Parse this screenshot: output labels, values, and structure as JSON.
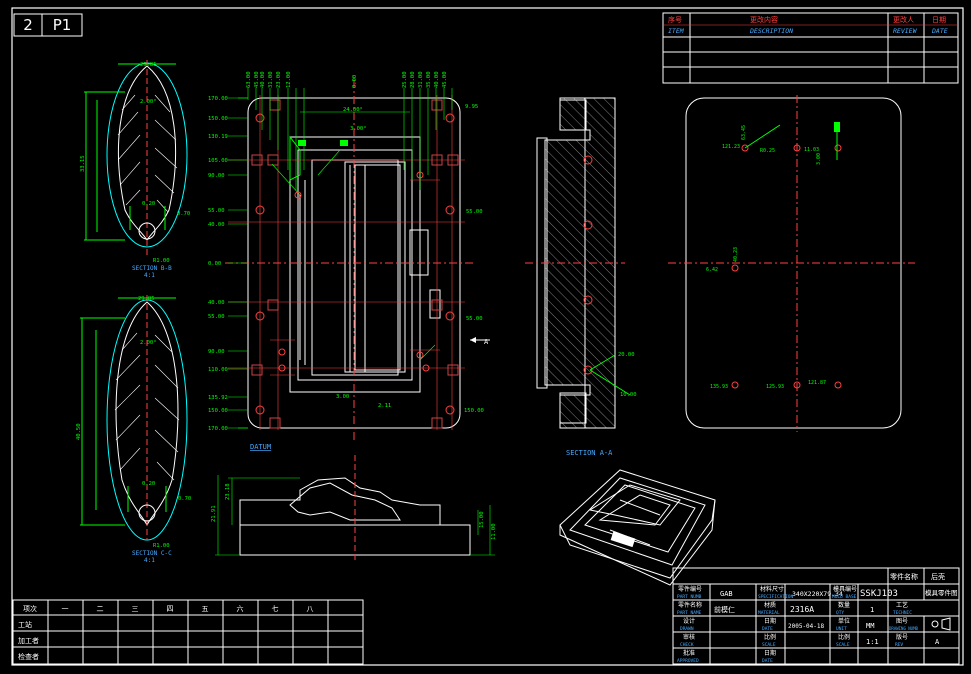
{
  "sheet": {
    "page_number": "2",
    "page_code": "P1"
  },
  "revision_table": {
    "headers": [
      {
        "cn": "序号",
        "en": "ITEM"
      },
      {
        "cn": "更改内容",
        "en": "DESCRIPTION"
      },
      {
        "cn": "更改人",
        "en": "REVIEW"
      },
      {
        "cn": "日期",
        "en": "DATE"
      }
    ]
  },
  "left_dims": [
    "170.00",
    "150.00",
    "130.19",
    "105.00",
    "90.00",
    "55.00",
    "40.00",
    "0.00",
    "40.00",
    "55.00",
    "90.00",
    "110.00",
    "135.92",
    "150.00",
    "170.00"
  ],
  "top_dims": [
    "63.00",
    "45.00",
    "40.00",
    "31.00",
    "23.00",
    "12.00",
    "0.00",
    "25.00",
    "28.00",
    "31.00",
    "35.00",
    "40.00",
    "45.00"
  ],
  "main_view_labels": {
    "dim_top": "24.00°",
    "dim_mid": "3.00°",
    "right_55": "55.00",
    "right_150": "150.00",
    "right_9": "9.95",
    "mid_3": "3.00",
    "mid_2": "2.11",
    "datum": "DATUM",
    "arrow": "A"
  },
  "section_bb": {
    "title": "SECTION B-B",
    "scale": "4:1",
    "d1": "29.85",
    "d2": "2.00°",
    "d3": "0.20",
    "d4": "0.70",
    "d5": "33.15",
    "d6": "R1.00"
  },
  "section_cc": {
    "title": "SECTION C-C",
    "scale": "4:1",
    "d1": "29.85",
    "d2": "2.00°",
    "d3": "0.20",
    "d4": "0.70",
    "d5": "40.50",
    "d6": "R1.00"
  },
  "section_aa": {
    "title": "SECTION A-A",
    "d1": "20.00",
    "d2": "10.00"
  },
  "bottom_view": {
    "d1": "23.18",
    "d2": "21.91",
    "d3": "15.00",
    "d4": "11.00"
  },
  "plate_view": {
    "labels": [
      "121.23",
      "11.03",
      "63.45",
      "R0.25",
      "6.42",
      "40.23",
      "135.93",
      "125.93",
      "121.87",
      "3.00"
    ]
  },
  "inspection_table": {
    "headers": [
      "项次",
      "一",
      "二",
      "三",
      "四",
      "五",
      "六",
      "七",
      "八"
    ],
    "rows": [
      "工站",
      "加工者",
      "检查者"
    ]
  },
  "title_block": {
    "part_name_label": "零件名称",
    "part_name": "后壳",
    "part_no_label": "零件编号",
    "part_no_en": "PART NUMB",
    "part_no": "GAB",
    "spec_label": "材料尺寸",
    "spec_en": "SPECIFICATION",
    "spec": "340X220X79.34",
    "mold_no_label": "模具编号",
    "mold_no_en": "MOLD BASE",
    "mold_no": "SSKJ103",
    "mold_name": "模具零件图",
    "part_name2_label": "零件名称",
    "part_name2_en": "PART NAME",
    "part_name2": "前模仁",
    "material_label": "材质",
    "material_en": "MATERIAL",
    "material": "2316A",
    "qty_label": "数量",
    "qty_en": "QTY",
    "qty": "1",
    "tech_label": "工艺",
    "tech_en": "TECHNIC",
    "design_label": "设计",
    "design_en": "DRAWN",
    "date_label": "日期",
    "date_en": "DATE",
    "date": "2005-04-18",
    "unit_label": "单位",
    "unit_en": "UNIT",
    "unit": "MM",
    "drawing_no_label": "图号",
    "drawing_no_en": "DRAWING NUMB",
    "check_label": "审核",
    "check_en": "CHECK",
    "scale_label": "比例",
    "scale_en": "SCALE",
    "scale": "1:1",
    "sheet_label": "版号",
    "sheet_en": "REV",
    "sheet": "A",
    "approve_label": "批准",
    "approve_en": "APPROVED"
  }
}
